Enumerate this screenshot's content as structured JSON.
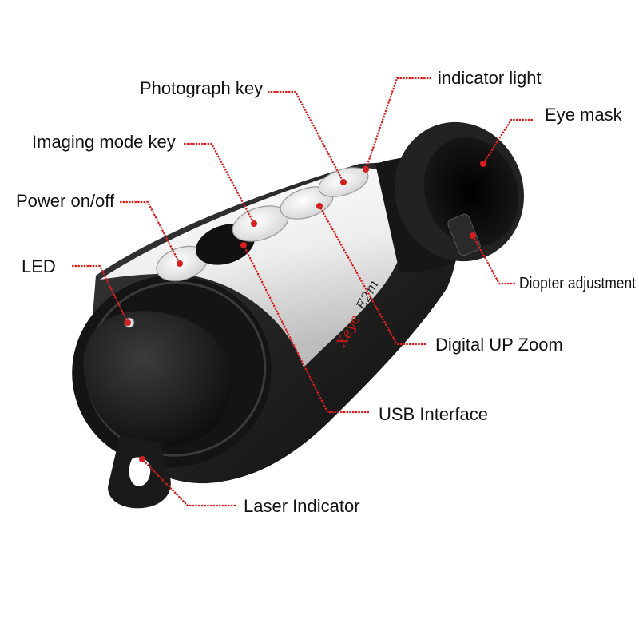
{
  "diagram": {
    "labels": {
      "photograph_key": "Photograph key",
      "indicator_light": "indicator light",
      "eye_mask": "Eye mask",
      "imaging_mode_key": "Imaging mode key",
      "power_on_off": "Power on/off",
      "led": "LED",
      "diopter_adjustment": "Diopter adjustment",
      "digital_up_zoom": "Digital UP Zoom",
      "usb_interface": "USB Interface",
      "laser_indicator": "Laser Indicator"
    },
    "device_marking": {
      "brand": "Xeye",
      "model": "E2m"
    },
    "colors": {
      "leader_line": "#d42020",
      "body_white": "#eeeeee",
      "body_black": "#1a1a1a"
    }
  }
}
